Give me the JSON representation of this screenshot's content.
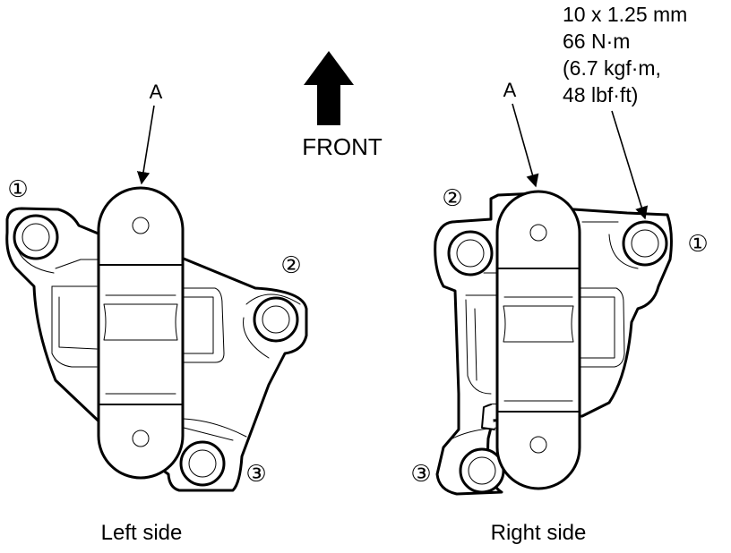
{
  "diagram": {
    "front_label": "FRONT",
    "part_label_a_left": "A",
    "part_label_a_right": "A",
    "bolt_labels_left": [
      "①",
      "②",
      "③"
    ],
    "bolt_labels_right": [
      "①",
      "②",
      "③"
    ],
    "torque_spec": {
      "line1": "10 x 1.25 mm",
      "line2": "66 N·m",
      "line3": "(6.7 kgf·m,",
      "line4": "48 lbf·ft)"
    },
    "left_caption": "Left side",
    "right_caption": "Right side"
  }
}
